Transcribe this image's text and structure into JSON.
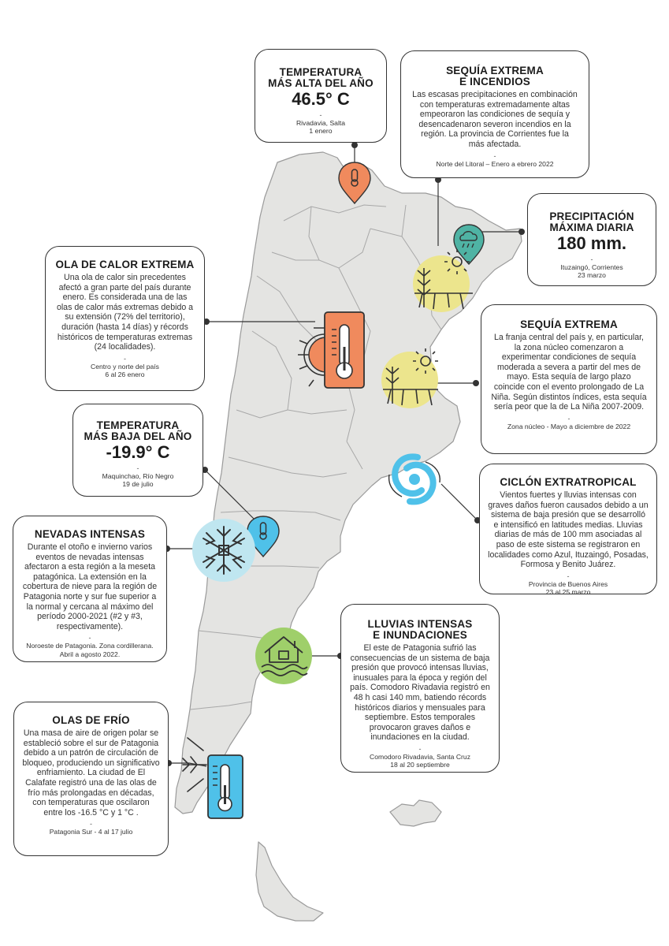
{
  "cards": {
    "temp_max": {
      "title": "TEMPERATURA\nMÁS ALTA DEL AÑO",
      "value": "46.5° C",
      "dash": "-",
      "location": "Rivadavia, Salta",
      "date": "1 enero"
    },
    "sequia_incendios": {
      "title": "SEQUÍA  EXTREMA\nE INCENDIOS",
      "body": "Las escasas precipitaciones en combinación con temperaturas extremadamente altas empeoraron las condiciones de sequía y desencadenaron severon incendios en la región. La provincia de Corrientes fue la más afectada.",
      "dash": "-",
      "location": "Norte del Litoral – Enero a ebrero 2022",
      "date": ""
    },
    "precipitacion": {
      "title": "PRECIPITACIÓN\nMÁXIMA DIARIA",
      "value": "180 mm.",
      "dash": "-",
      "location": "Ituzaingó, Corrientes",
      "date": "23 marzo"
    },
    "ola_calor": {
      "title": "OLA DE CALOR EXTREMA",
      "body": "Una ola de calor sin precedentes afectó a gran parte del país durante enero. Es considerada una de las olas de calor más extremas debido a su extensión (72% del territorio), duración (hasta 14 días) y récords históricos de temperaturas extremas (24 localidades).",
      "dash": "-",
      "location": "Centro y norte del país",
      "date": "6 al 26 enero"
    },
    "sequia_extrema": {
      "title": "SEQUÍA EXTREMA",
      "body": "La franja central del país y, en particular, la zona núcleo comenzaron a experimentar condiciones de sequía moderada a severa a partir del mes de mayo. Esta sequía de largo plazo coincide con el evento prolongado de La Niña. Según distintos índices, esta sequía sería peor que la de La Niña 2007-2009.",
      "dash": "-",
      "location": "Zona núcleo - Mayo a diciembre de 2022",
      "date": ""
    },
    "temp_min": {
      "title": "TEMPERATURA\nMÁS BAJA DEL AÑO",
      "value": "-19.9° C",
      "dash": "-",
      "location": "Maquinchao, Río Negro",
      "date": "19 de julio"
    },
    "ciclon": {
      "title": "CICLÓN EXTRATROPICAL",
      "body": "Vientos fuertes y lluvias intensas con graves daños fueron causados debido a un sistema de baja presión que se desarrolló e intensificó en latitudes medias. Lluvias diarias de más de 100 mm asociadas al paso de este sistema se registraron en localidades como Azul, Ituzaingó, Posadas, Formosa y Benito Juárez.",
      "dash": "-",
      "location": "Provincia de Buenos Aires",
      "date": "23 al 25 marzo"
    },
    "nevadas": {
      "title": "NEVADAS INTENSAS",
      "body": "Durante el otoño e invierno varios eventos de nevadas intensas afectaron a esta región a la meseta patagónica. La extensión en la cobertura de nieve para la región de Patagonia norte y sur fue superior a la normal y cercana al máximo del período 2000-2021 (#2 y #3, respectivamente).",
      "dash": "-",
      "location": "Noroeste de Patagonia. Zona cordillerana.",
      "date": "Abril a agosto 2022."
    },
    "lluvias": {
      "title": "LLUVIAS INTENSAS\nE INUNDACIONES",
      "body": "El este de Patagonia sufrió las consecuencias de un sistema de baja presión que provocó intensas lluvias, inusuales para la época y región del país. Comodoro Rivadavia registró en 48 h casi 140 mm, batiendo récords históricos diarios y mensuales para septiembre. Estos temporales provocaron graves daños e inundaciones en la ciudad.",
      "dash": "-",
      "location": "Comodoro Rivadavia, Santa Cruz",
      "date": "18 al 20 septiembre"
    },
    "olas_frio": {
      "title": "OLAS DE FRÍO",
      "body": "Una masa de aire de origen polar se estableció sobre el sur de Patagonia debido a un patrón de circulación de bloqueo, produciendo un significativo enfriamiento. La ciudad de El Calafate registró una de las olas de frío más prolongadas en décadas, con temperaturas que oscilaron entre los -16.5 °C y 1 °C .",
      "dash": "-",
      "location": "Patagonia Sur - 4 al 17 julio",
      "date": ""
    }
  },
  "colors": {
    "map_fill": "#e4e4e2",
    "map_stroke": "#9a9a9a",
    "orange": "#f08a5d",
    "teal": "#4fb3a4",
    "sky": "#4fc1e9",
    "light_blue": "#bfe6f0",
    "yellow": "#ece58d",
    "green": "#9fcf6a",
    "dark": "#333333"
  },
  "icons": [
    "thermometer-pin-icon",
    "rain-cloud-pin-icon",
    "drought-sun-icon",
    "heat-thermometer-icon",
    "cold-thermometer-pin-icon",
    "cyclone-icon",
    "snowflake-icon",
    "flood-house-icon",
    "cold-thermometer-icon"
  ]
}
